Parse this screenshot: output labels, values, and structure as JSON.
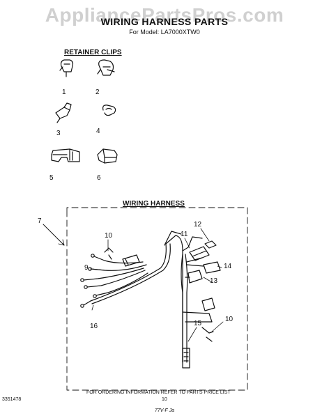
{
  "watermark": "AppliancePartsPros.com",
  "title": "WIRING HARNESS PARTS",
  "model": "For Model: LA7000XTW0",
  "sections": {
    "retainer_clips": "RETAINER CLIPS",
    "wiring_harness": "WIRING HARNESS"
  },
  "callouts": {
    "c1": "1",
    "c2": "2",
    "c3": "3",
    "c4": "4",
    "c5": "5",
    "c6": "6",
    "c7": "7",
    "c9": "9",
    "c10a": "10",
    "c10b": "10",
    "c11": "11",
    "c12": "12",
    "c13": "13",
    "c14": "14",
    "c15": "15",
    "c16": "16"
  },
  "footer": {
    "ordering_note": "FOR ORDERING INFORMATION REFER TO PARTS PRICE LIST",
    "doc_number": "3351478",
    "page_number": "10",
    "handwritten": "77V-F Ja"
  }
}
